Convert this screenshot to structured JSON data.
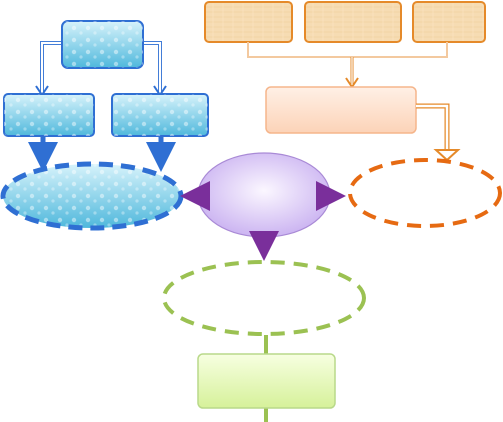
{
  "diagram": {
    "colors": {
      "blue_fill_top": "#d7f3fb",
      "blue_fill_bottom": "#4fb8dc",
      "blue_stroke": "#2f6fd3",
      "blue_arrow": "#2f6fd3",
      "tan_fill": "#f6dcb3",
      "tan_stroke": "#e58a2a",
      "peach_fill": "#fde2cf",
      "peach_stroke": "#f5b58b",
      "orange_arrow": "#e58a2a",
      "orange_dash": "#e66a12",
      "purple_fill_top": "#f3eaff",
      "purple_fill_bottom": "#c7aef0",
      "purple_stroke": "#a98ad6",
      "purple_arrow": "#7a2f9b",
      "green_dash": "#9bc152",
      "green_fill_top": "#f6ffd9",
      "green_fill_bottom": "#d9f2a2",
      "green_stroke": "#b9d98a"
    },
    "nodes": [
      {
        "id": "blue-top-box",
        "shape": "rounded-rect",
        "text": ""
      },
      {
        "id": "blue-left-box",
        "shape": "rounded-rect",
        "text": ""
      },
      {
        "id": "blue-right-box",
        "shape": "rounded-rect",
        "text": ""
      },
      {
        "id": "blue-ellipse",
        "shape": "dashed-ellipse",
        "text": ""
      },
      {
        "id": "tan-box-1",
        "shape": "rect",
        "text": ""
      },
      {
        "id": "tan-box-2",
        "shape": "rect",
        "text": ""
      },
      {
        "id": "tan-box-3",
        "shape": "rect",
        "text": ""
      },
      {
        "id": "peach-box",
        "shape": "rounded-rect",
        "text": ""
      },
      {
        "id": "orange-ellipse",
        "shape": "dashed-ellipse",
        "text": ""
      },
      {
        "id": "purple-center-ellipse",
        "shape": "ellipse",
        "text": ""
      },
      {
        "id": "green-ellipse",
        "shape": "dashed-ellipse",
        "text": ""
      },
      {
        "id": "green-box",
        "shape": "rounded-rect",
        "text": ""
      }
    ]
  }
}
